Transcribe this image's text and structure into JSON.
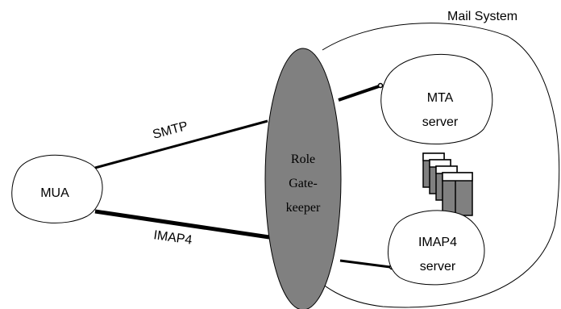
{
  "system_label": "Mail System",
  "nodes": {
    "mua": "MUA",
    "mta": [
      "MTA",
      "server"
    ],
    "imap4": [
      "IMAP4",
      "server"
    ],
    "gatekeeper": [
      "Role",
      "Gate-",
      "keeper"
    ]
  },
  "connections": {
    "smtp": "SMTP",
    "imap4": "IMAP4"
  },
  "colors": {
    "gatekeeper_fill": "#808080",
    "stroke": "#000000",
    "background": "#ffffff"
  },
  "icons": {
    "mailbox_stack": "document-stack-icon"
  }
}
